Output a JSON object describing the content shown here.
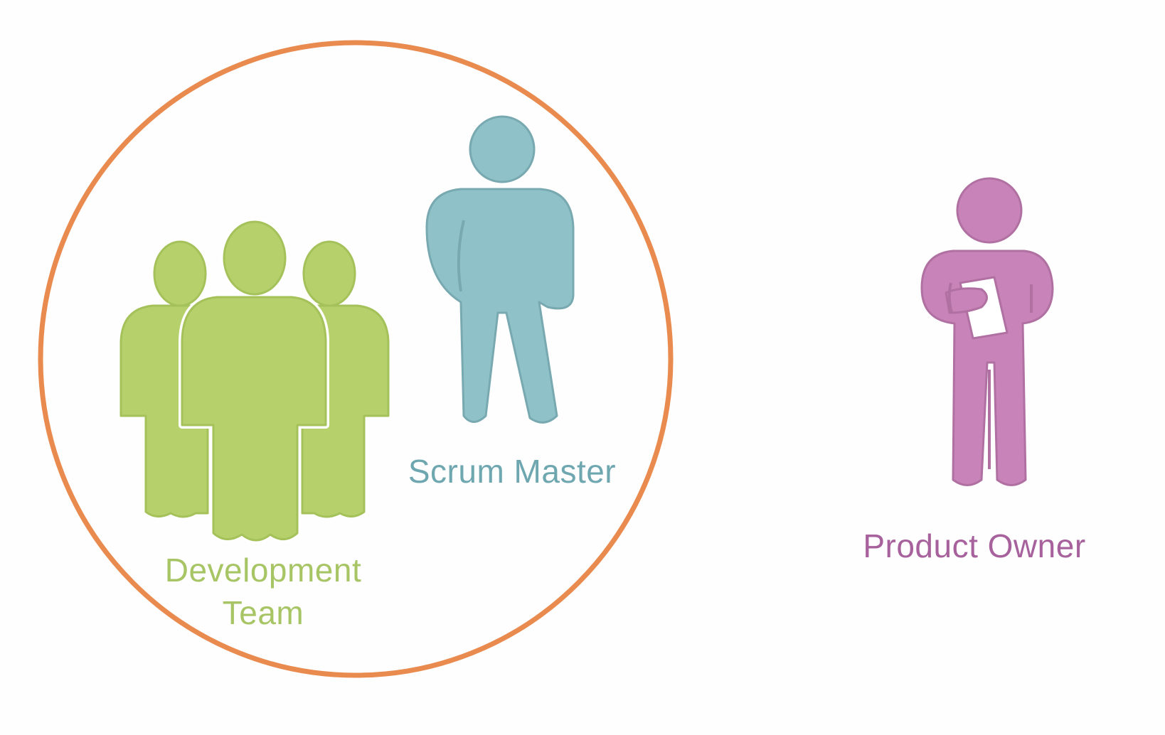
{
  "colors": {
    "team_ring": "#e98a4f",
    "development_team": "#b6d16c",
    "development_team_outline": "#a4c15a",
    "scrum_master": "#8fc2c8",
    "scrum_master_outline": "#78a9b0",
    "product_owner": "#c884b8",
    "product_owner_outline": "#b070a2",
    "development_team_text": "#a8c565",
    "scrum_master_text": "#6fa7b0",
    "product_owner_text": "#a7619c"
  },
  "roles": {
    "development_team": {
      "line1": "Development",
      "line2": "Team",
      "icon": "group-of-people-icon"
    },
    "scrum_master": {
      "label": "Scrum Master",
      "icon": "person-icon"
    },
    "product_owner": {
      "label": "Product Owner",
      "icon": "person-with-document-icon"
    }
  }
}
